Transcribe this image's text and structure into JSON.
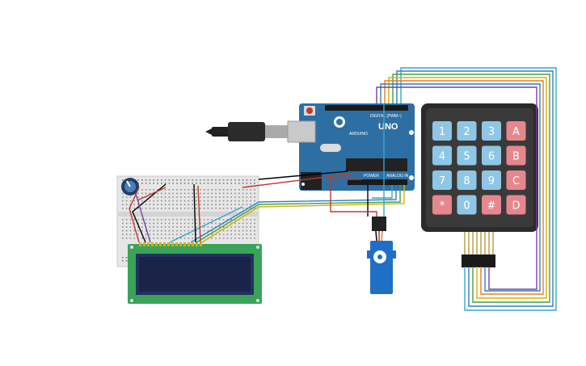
{
  "arduino": {
    "logo_text": "UNO",
    "brand_text": "ARDUINO",
    "digital_label": "DIGITAL (PWM~)",
    "power_label": "POWER",
    "analog_label": "ANALOG IN"
  },
  "keypad": {
    "keys": [
      [
        "1",
        "2",
        "3",
        "A"
      ],
      [
        "4",
        "5",
        "6",
        "B"
      ],
      [
        "7",
        "8",
        "9",
        "C"
      ],
      [
        "*",
        "0",
        "#",
        "D"
      ]
    ],
    "colors": {
      "number": "#8ec6e6",
      "letter": "#e5878d",
      "body": "#2b2b2b"
    }
  },
  "colors": {
    "board": "#2d6fa3",
    "breadboard": "#e8e8e8",
    "lcd_frame": "#3aa35a",
    "lcd_screen": "#24305e",
    "servo": "#1f6fc5"
  }
}
